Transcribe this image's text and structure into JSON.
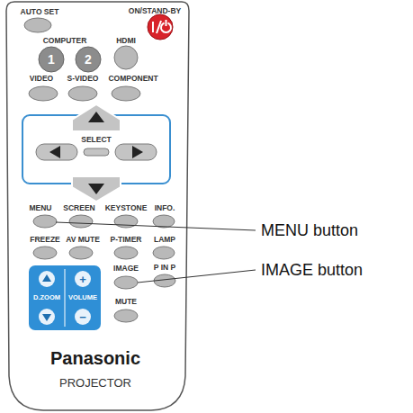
{
  "diagram": {
    "labels": [
      "AUTO SET",
      "ON/STAND-BY",
      "COMPUTER",
      "HDMI",
      "1",
      "2",
      "VIDEO",
      "S-VIDEO",
      "COMPONENT",
      "SELECT",
      "MENU",
      "SCREEN",
      "KEYSTONE",
      "INFO.",
      "FREEZE",
      "AV MUTE",
      "P-TIMER",
      "LAMP",
      "IMAGE",
      "P IN P",
      "D.ZOOM",
      "VOLUME",
      "+",
      "−",
      "MUTE",
      "Panasonic",
      "PROJECTOR",
      "MENU button",
      "IMAGE button"
    ]
  }
}
